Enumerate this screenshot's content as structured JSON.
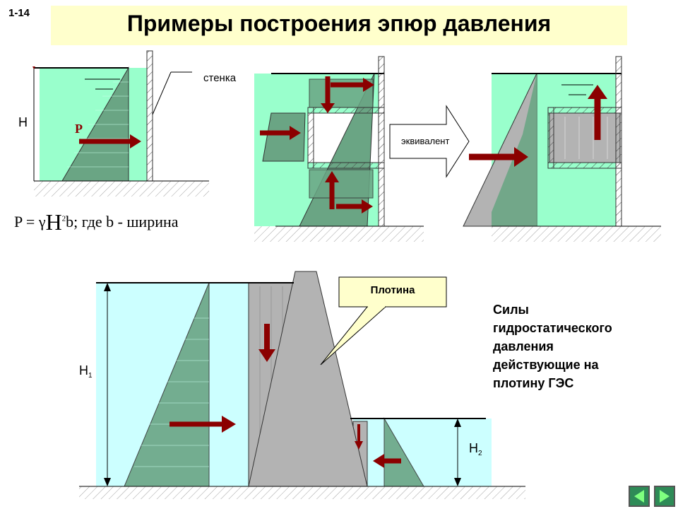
{
  "slide_number": "1-14",
  "title": "Примеры построения эпюр давления",
  "labels": {
    "wall": "стенка",
    "height": "H",
    "force": "P",
    "equivalent": "эквивалент",
    "dam": "Плотина",
    "h1": "H",
    "h1_sub": "1",
    "h2": "H",
    "h2_sub": "2"
  },
  "formula": {
    "left": "P = γ",
    "h": "H",
    "exp": "2",
    "right": "b;  где b - ширина"
  },
  "side_text": [
    "Силы",
    "гидростатического",
    "давления",
    "действующие на",
    "плотину ГЭС"
  ],
  "colors": {
    "water": "#99ffcc",
    "water_light": "#ccffff",
    "diagram_fill": "#6aa584",
    "gray_fill": "#b3b3b3",
    "arrow": "#8b0000",
    "title_bg": "#ffffcc",
    "nav_button": "#2e8b57"
  },
  "nav": {
    "prev_icon": "triangle-left-icon",
    "next_icon": "triangle-right-icon"
  }
}
